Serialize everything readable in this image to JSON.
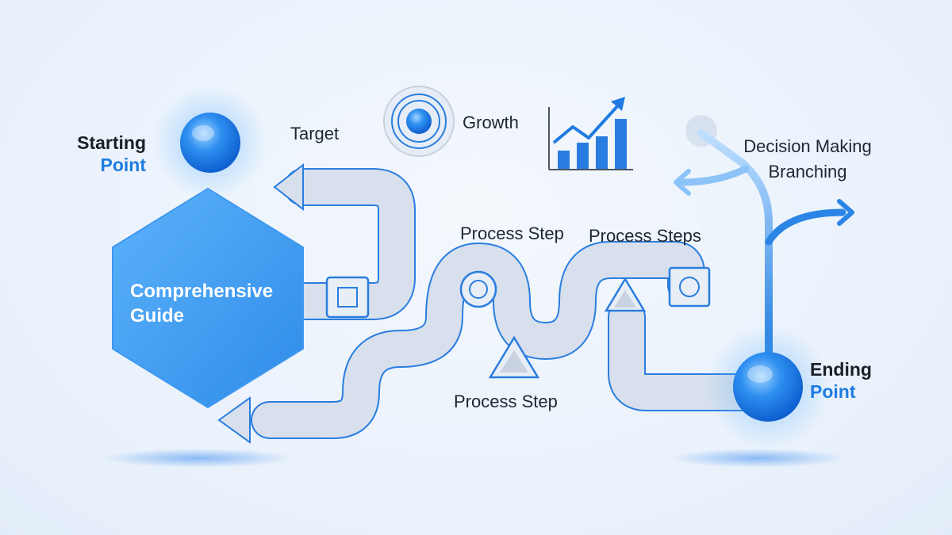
{
  "start": {
    "line1": "Starting",
    "line2": "Point"
  },
  "end": {
    "line1": "Ending",
    "line2": "Point"
  },
  "hub": {
    "line1": "Comprehensive",
    "line2": "Guide"
  },
  "labels": {
    "target": "Target",
    "growth": "Growth",
    "decision_line1": "Decision Making",
    "decision_line2": "Branching",
    "process_step_top": "Process Step",
    "process_steps": "Process Steps",
    "process_step_bottom": "Process Step"
  },
  "colors": {
    "accent": "#1f7be0",
    "track_fill": "#d7e0ec",
    "track_outline": "#2a7de0",
    "hub_fill": "#4aa3f5",
    "background": "#eef4fb"
  },
  "icons": [
    "target-icon",
    "growth-chart-icon",
    "branch-arrow-icon",
    "square-marker-icon",
    "circle-marker-icon",
    "triangle-marker-icon"
  ]
}
